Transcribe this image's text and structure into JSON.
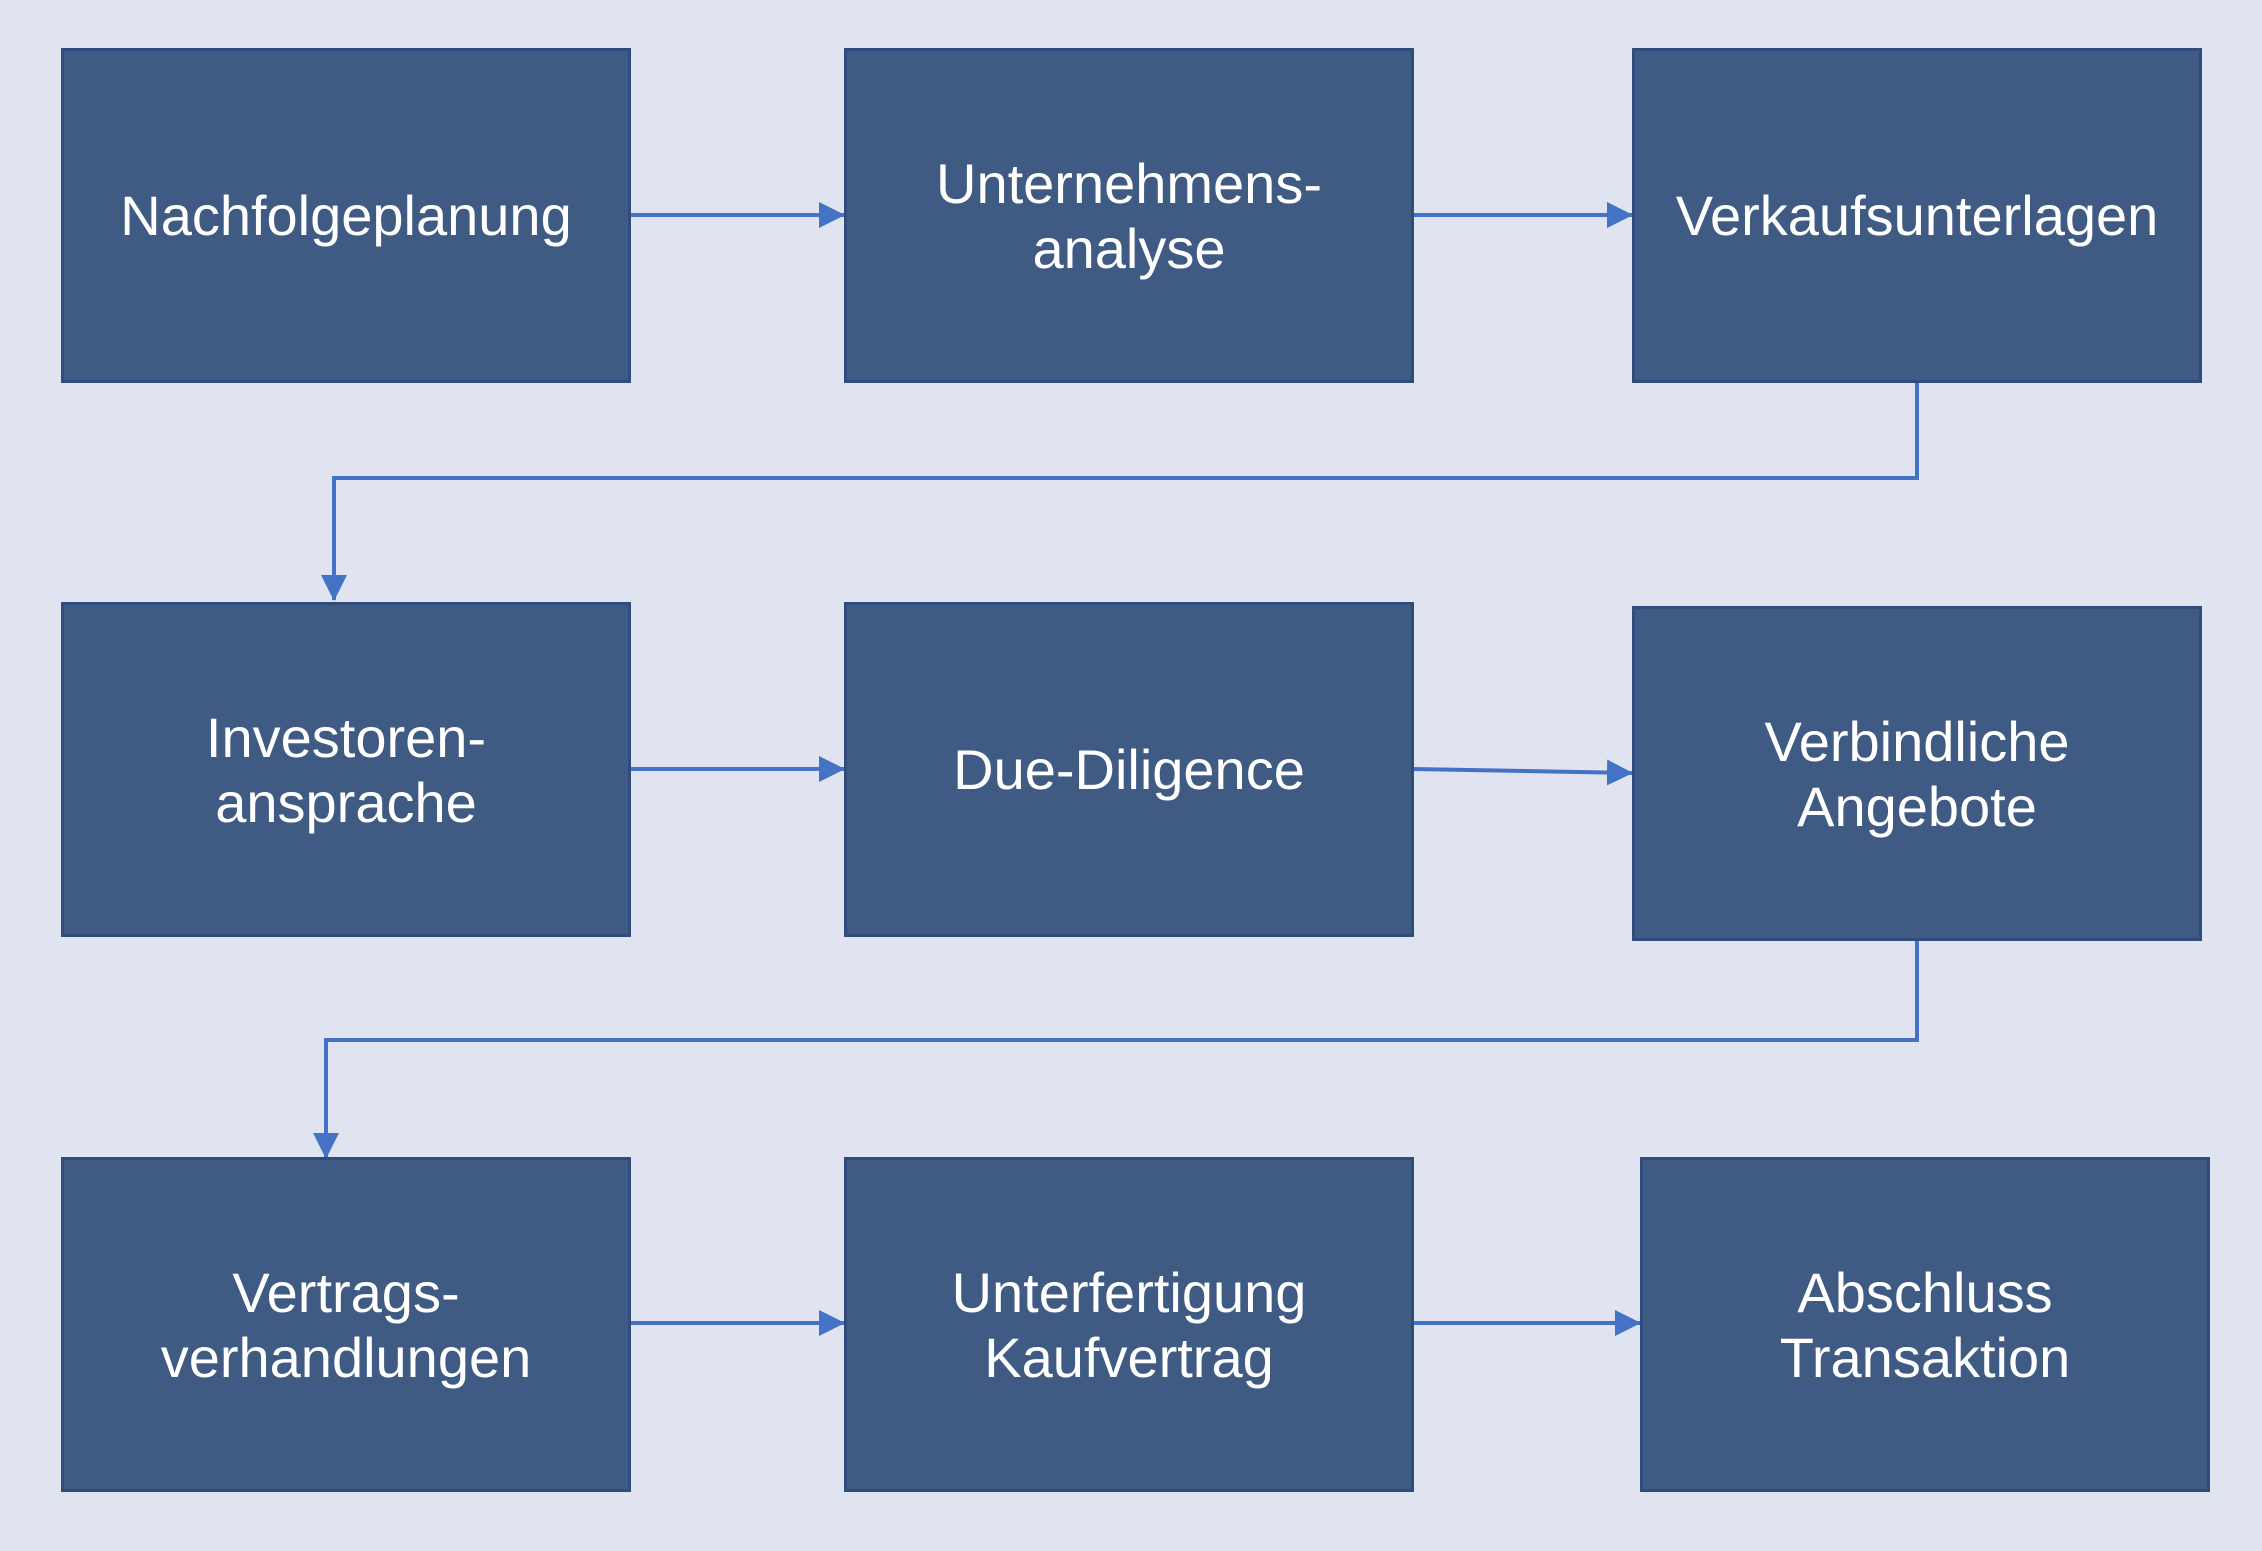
{
  "colors": {
    "background": "#dfe4f0",
    "node_fill": "#3f5a83",
    "node_border": "#2f4c7c",
    "node_text": "#ffffff",
    "connector": "#4472c4"
  },
  "diagram": {
    "type": "process-flow",
    "nodes": [
      {
        "id": "n1",
        "label": "Nachfolgeplanung"
      },
      {
        "id": "n2",
        "label": "Unternehmens-\nanalyse"
      },
      {
        "id": "n3",
        "label": "Verkaufsunterlagen"
      },
      {
        "id": "n4",
        "label": "Investoren-\nansprache"
      },
      {
        "id": "n5",
        "label": "Due-Diligence"
      },
      {
        "id": "n6",
        "label": "Verbindliche\nAngebote"
      },
      {
        "id": "n7",
        "label": "Vertrags-\nverhandlungen"
      },
      {
        "id": "n8",
        "label": "Unterfertigung\nKaufvertrag"
      },
      {
        "id": "n9",
        "label": "Abschluss\nTransaktion"
      }
    ],
    "edges": [
      {
        "from": "n1",
        "to": "n2"
      },
      {
        "from": "n2",
        "to": "n3"
      },
      {
        "from": "n3",
        "to": "n4"
      },
      {
        "from": "n4",
        "to": "n5"
      },
      {
        "from": "n5",
        "to": "n6"
      },
      {
        "from": "n6",
        "to": "n7"
      },
      {
        "from": "n7",
        "to": "n8"
      },
      {
        "from": "n8",
        "to": "n9"
      }
    ]
  }
}
